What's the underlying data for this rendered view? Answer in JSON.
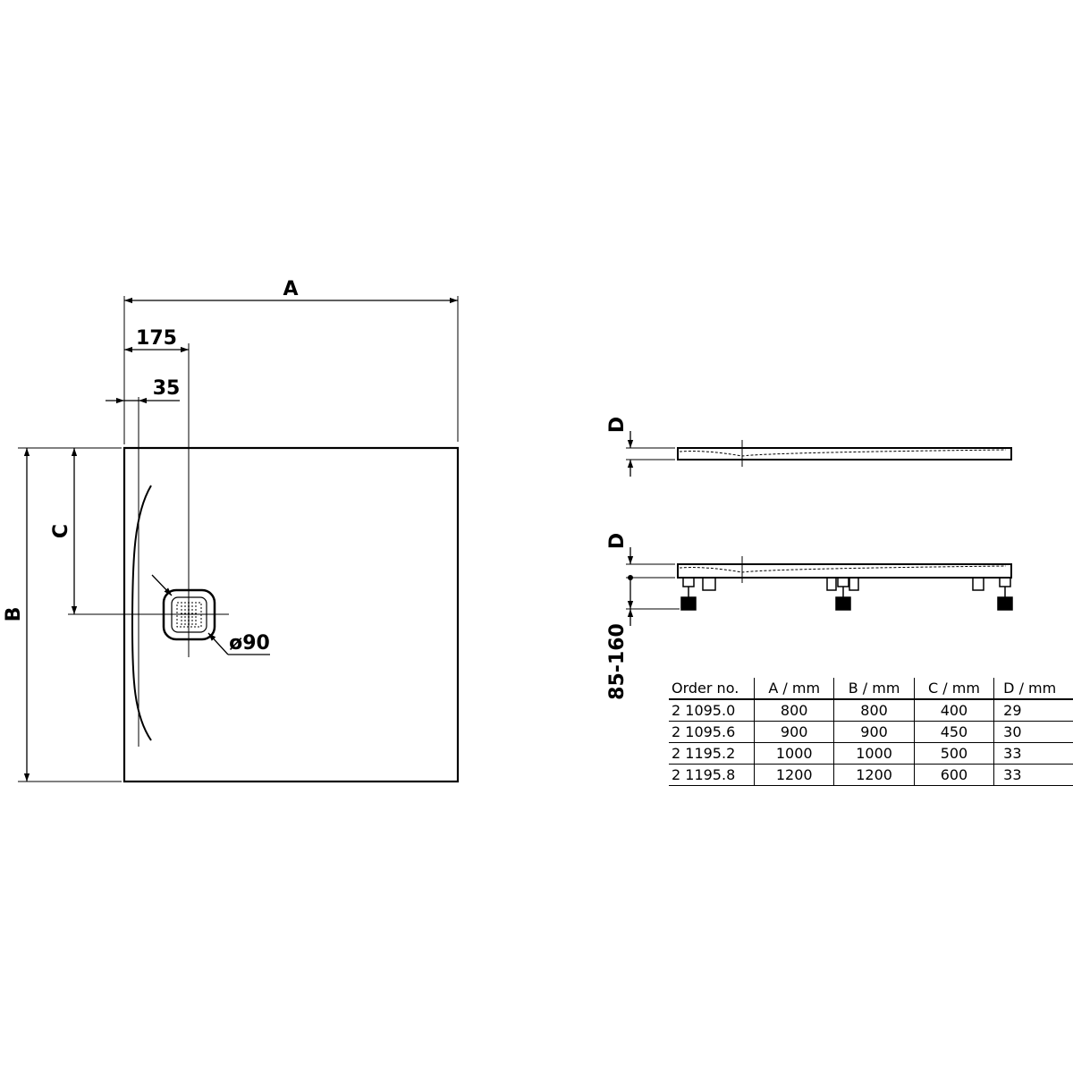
{
  "dimensions": {
    "A": "A",
    "B": "B",
    "C": "C",
    "D_top": "D",
    "D_bottom": "D",
    "offset_175": "175",
    "offset_35": "35",
    "drain_diameter": "ø90",
    "leg_height": "85-160"
  },
  "table": {
    "headers": [
      "Order no.",
      "A / mm",
      "B / mm",
      "C / mm",
      "D / mm"
    ],
    "rows": [
      [
        "2 1095.0",
        "800",
        "800",
        "400",
        "29"
      ],
      [
        "2 1095.6",
        "900",
        "900",
        "450",
        "30"
      ],
      [
        "2 1195.2",
        "1000",
        "1000",
        "500",
        "33"
      ],
      [
        "2 1195.8",
        "1200",
        "1200",
        "600",
        "33"
      ]
    ]
  }
}
